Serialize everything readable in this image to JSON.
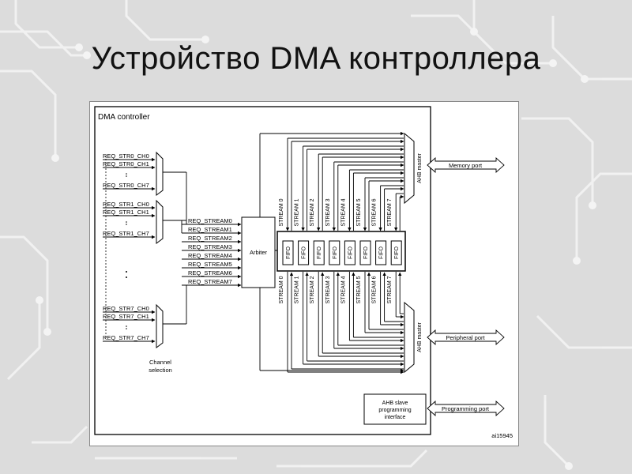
{
  "slide": {
    "title": "Устройство DMA контроллера"
  },
  "diagram": {
    "controller_label": "DMA controller",
    "arbiter_label": "Arbiter",
    "fifo_label": "FIFO",
    "ahb_master_label": "AHB master",
    "memory_port_label": "Memory port",
    "peripheral_port_label": "Peripheral port",
    "programming_port_label": "Programming port",
    "ahb_slave_lines": [
      "AHB slave",
      "programming",
      "interface"
    ],
    "channel_selection_lines": [
      "Channel",
      "selection"
    ],
    "figure_id": "ai15945",
    "request_groups": [
      {
        "labels": [
          "REQ_STR0_CH0",
          "REQ_STR0_CH1",
          "REQ_STR0_CH7"
        ]
      },
      {
        "labels": [
          "REQ_STR1_CH0",
          "REQ_STR1_CH1",
          "REQ_STR1_CH7"
        ]
      },
      {
        "labels": [
          "REQ_STR7_CH0",
          "REQ_STR7_CH1",
          "REQ_STR7_CH7"
        ]
      }
    ],
    "req_streams": [
      "REQ_STREAM0",
      "REQ_STREAM1",
      "REQ_STREAM2",
      "REQ_STREAM3",
      "REQ_STREAM4",
      "REQ_STREAM5",
      "REQ_STREAM6",
      "REQ_STREAM7"
    ],
    "stream_labels": [
      "STREAM 0",
      "STREAM 1",
      "STREAM 2",
      "STREAM 3",
      "STREAM 4",
      "STREAM 5",
      "STREAM 6",
      "STREAM 7"
    ]
  }
}
